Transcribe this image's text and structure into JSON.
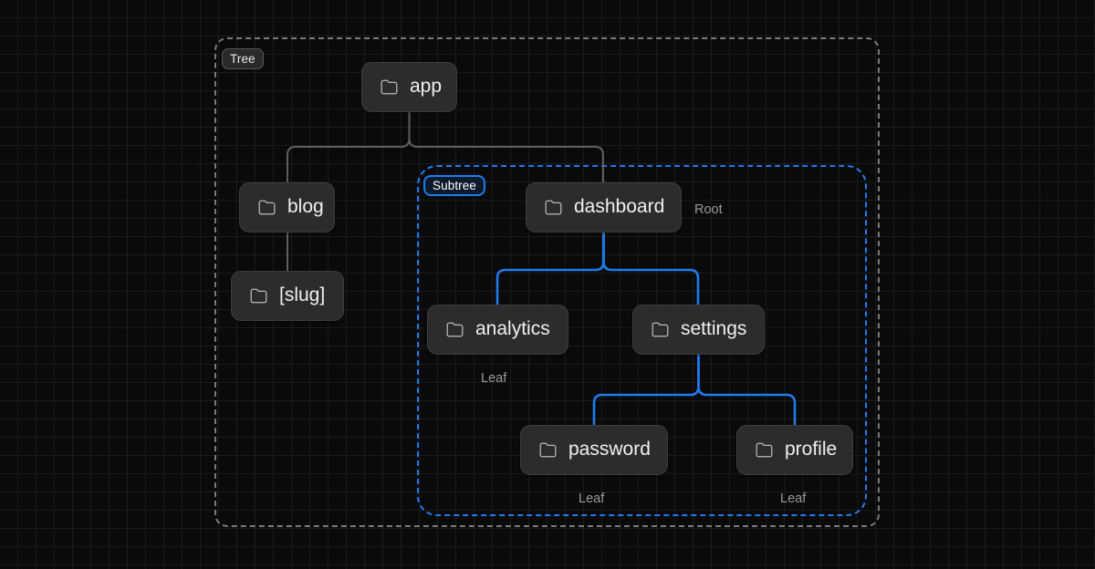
{
  "diagram": {
    "title": "Tree and subtree of an app directory structure",
    "background": {
      "color": "#0a0a0a",
      "grid_color": "#1b1b1b",
      "grid_size": 20
    },
    "colors": {
      "accent_blue": "#1d7ced",
      "node_fill": "#2c2c2c",
      "node_border": "#3d3d3d",
      "node_text": "#f0f0f0",
      "edge_gray": "#5e5e5e",
      "caption_text": "#9b9b9b",
      "group_border_gray": "#7a7a7a"
    },
    "groups": [
      {
        "id": "tree",
        "badge_label": "Tree",
        "style": "dashed-gray"
      },
      {
        "id": "subtree",
        "badge_label": "Subtree",
        "style": "dashed-blue"
      }
    ],
    "nodes": [
      {
        "id": "app",
        "label": "app",
        "icon": "folder-icon",
        "group": "tree"
      },
      {
        "id": "blog",
        "label": "blog",
        "icon": "folder-icon",
        "group": "tree"
      },
      {
        "id": "slug",
        "label": "[slug]",
        "icon": "folder-icon",
        "group": "tree"
      },
      {
        "id": "dashboard",
        "label": "dashboard",
        "icon": "folder-icon",
        "group": "subtree"
      },
      {
        "id": "analytics",
        "label": "analytics",
        "icon": "folder-icon",
        "group": "subtree"
      },
      {
        "id": "settings",
        "label": "settings",
        "icon": "folder-icon",
        "group": "subtree"
      },
      {
        "id": "password",
        "label": "password",
        "icon": "folder-icon",
        "group": "subtree"
      },
      {
        "id": "profile",
        "label": "profile",
        "icon": "folder-icon",
        "group": "subtree"
      }
    ],
    "annotations": {
      "root": "Root",
      "leaf_analytics": "Leaf",
      "leaf_password": "Leaf",
      "leaf_profile": "Leaf"
    },
    "edges": [
      {
        "from": "app",
        "to": "blog",
        "color": "gray"
      },
      {
        "from": "blog",
        "to": "slug",
        "color": "gray"
      },
      {
        "from": "app",
        "to": "dashboard",
        "color": "gray"
      },
      {
        "from": "dashboard",
        "to": "analytics",
        "color": "blue"
      },
      {
        "from": "dashboard",
        "to": "settings",
        "color": "blue"
      },
      {
        "from": "settings",
        "to": "password",
        "color": "blue"
      },
      {
        "from": "settings",
        "to": "profile",
        "color": "blue"
      }
    ]
  }
}
